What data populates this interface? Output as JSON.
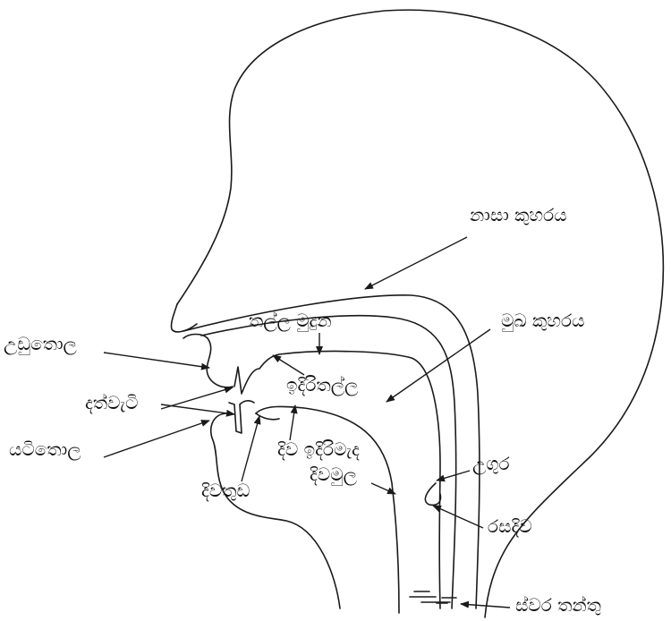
{
  "labels": {
    "nasal_cavity": "නාසා කුහරය",
    "palate_top": "තල්ල මුදුන",
    "oral_cavity": "මුඛ කුහරය",
    "upper_lip": "උඩුතොල",
    "front_palate": "ඉදිරිතල්ල",
    "teeth": "දත්වැටි",
    "lower_lip": "යටිතොල",
    "tongue_front_mid": "දිව ඉදිරිමැද",
    "tongue_root": "දිවමුල",
    "tongue_tip": "දිවතුඩ",
    "pharynx": "උගුර",
    "uvula": "රසදිව",
    "vocal_cords": "ස්වර තන්තු"
  },
  "colors": {
    "line": "#1a1a1a",
    "background": "#ffffff"
  }
}
